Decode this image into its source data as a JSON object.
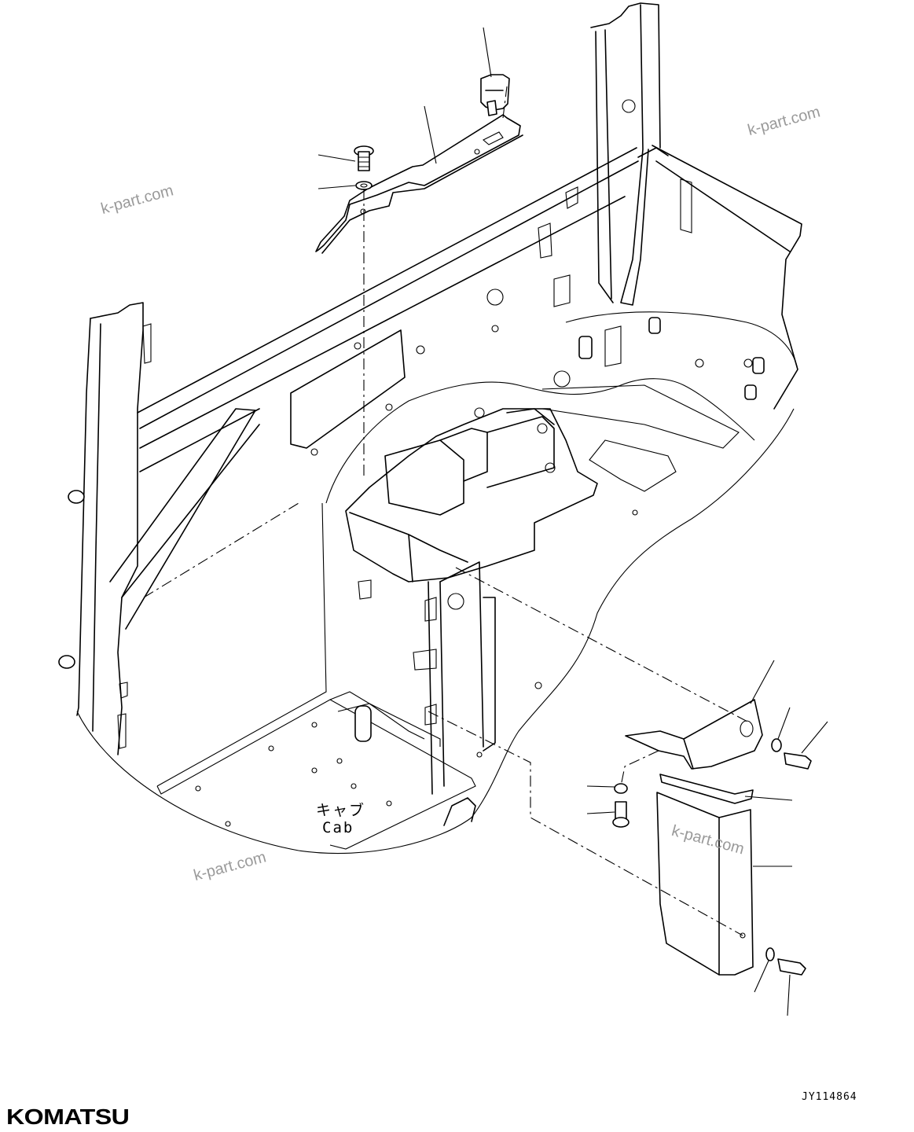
{
  "labels": {
    "cab_jp": "キャブ",
    "cab_en": "Cab",
    "drawing_number": "JY114864"
  },
  "watermarks": [
    "k-part.com",
    "k-part.com",
    "k-part.com",
    "k-part.com"
  ],
  "brand": {
    "logo_text": "KOMATSU"
  }
}
